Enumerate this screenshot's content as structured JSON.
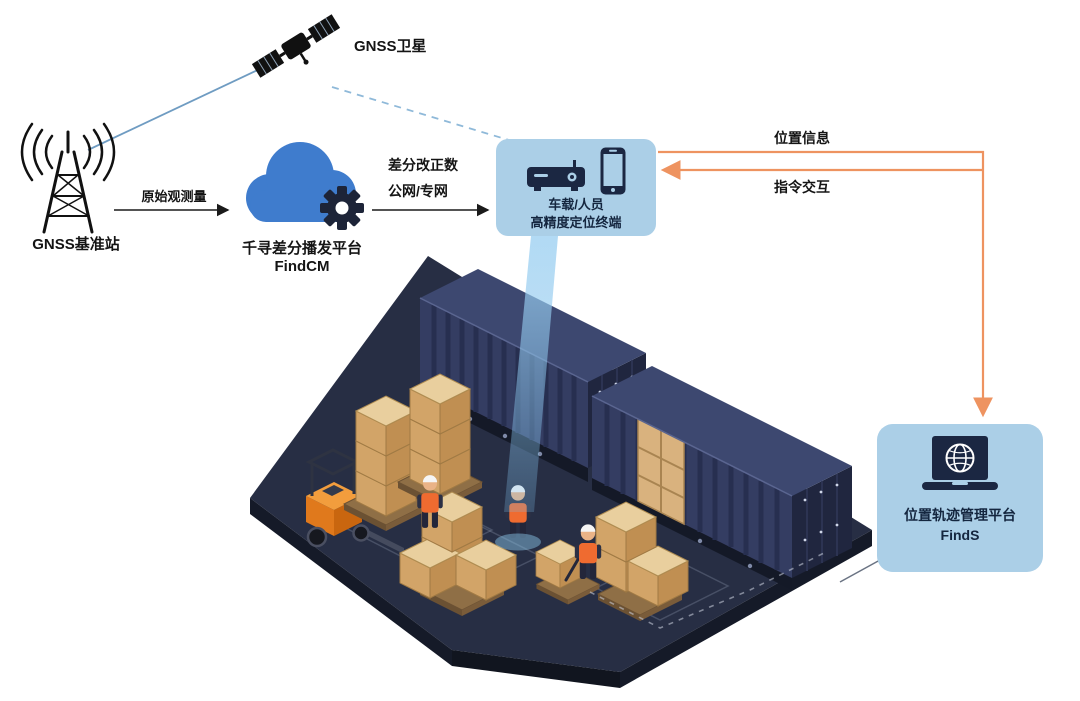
{
  "nodes": {
    "satellite": {
      "label": "GNSS卫星"
    },
    "base_station": {
      "label": "GNSS基准站"
    },
    "cloud": {
      "name": "千寻差分播发平台",
      "product": "FindCM"
    },
    "terminal": {
      "line1": "车载/人员",
      "line2": "高精度定位终端"
    },
    "management_platform": {
      "name": "位置轨迹管理平台",
      "product": "FindS"
    }
  },
  "edges": {
    "raw_observation": {
      "label": "原始观测量"
    },
    "corrections": {
      "line1": "差分改正数",
      "line2": "公网/专网"
    },
    "position_info": {
      "label": "位置信息"
    },
    "command_interaction": {
      "label": "指令交互"
    }
  },
  "icons": {
    "satellite": "satellite-icon",
    "base_station": "radio-tower-icon",
    "cloud": "cloud-gear-icon",
    "terminal_receiver": "vehicle-terminal-icon",
    "terminal_phone": "smartphone-icon",
    "management_platform": "laptop-globe-icon",
    "scene": [
      "container-icon",
      "forklift-icon",
      "worker-icon",
      "pallet-boxes-icon",
      "positioning-beam"
    ]
  },
  "colors": {
    "panel_blue": "#abcfe7",
    "cloud_blue": "#3f7ccd",
    "dark_navy": "#1b2742",
    "orange_accent": "#ee9360",
    "link_blue": "#6f9cc2",
    "dashed_link_blue": "#8fb9d9",
    "platform_dark": "#272e44",
    "container_navy": "#343d62",
    "box_tan": "#d2a468",
    "beam_blue": "#8ecdf0"
  }
}
